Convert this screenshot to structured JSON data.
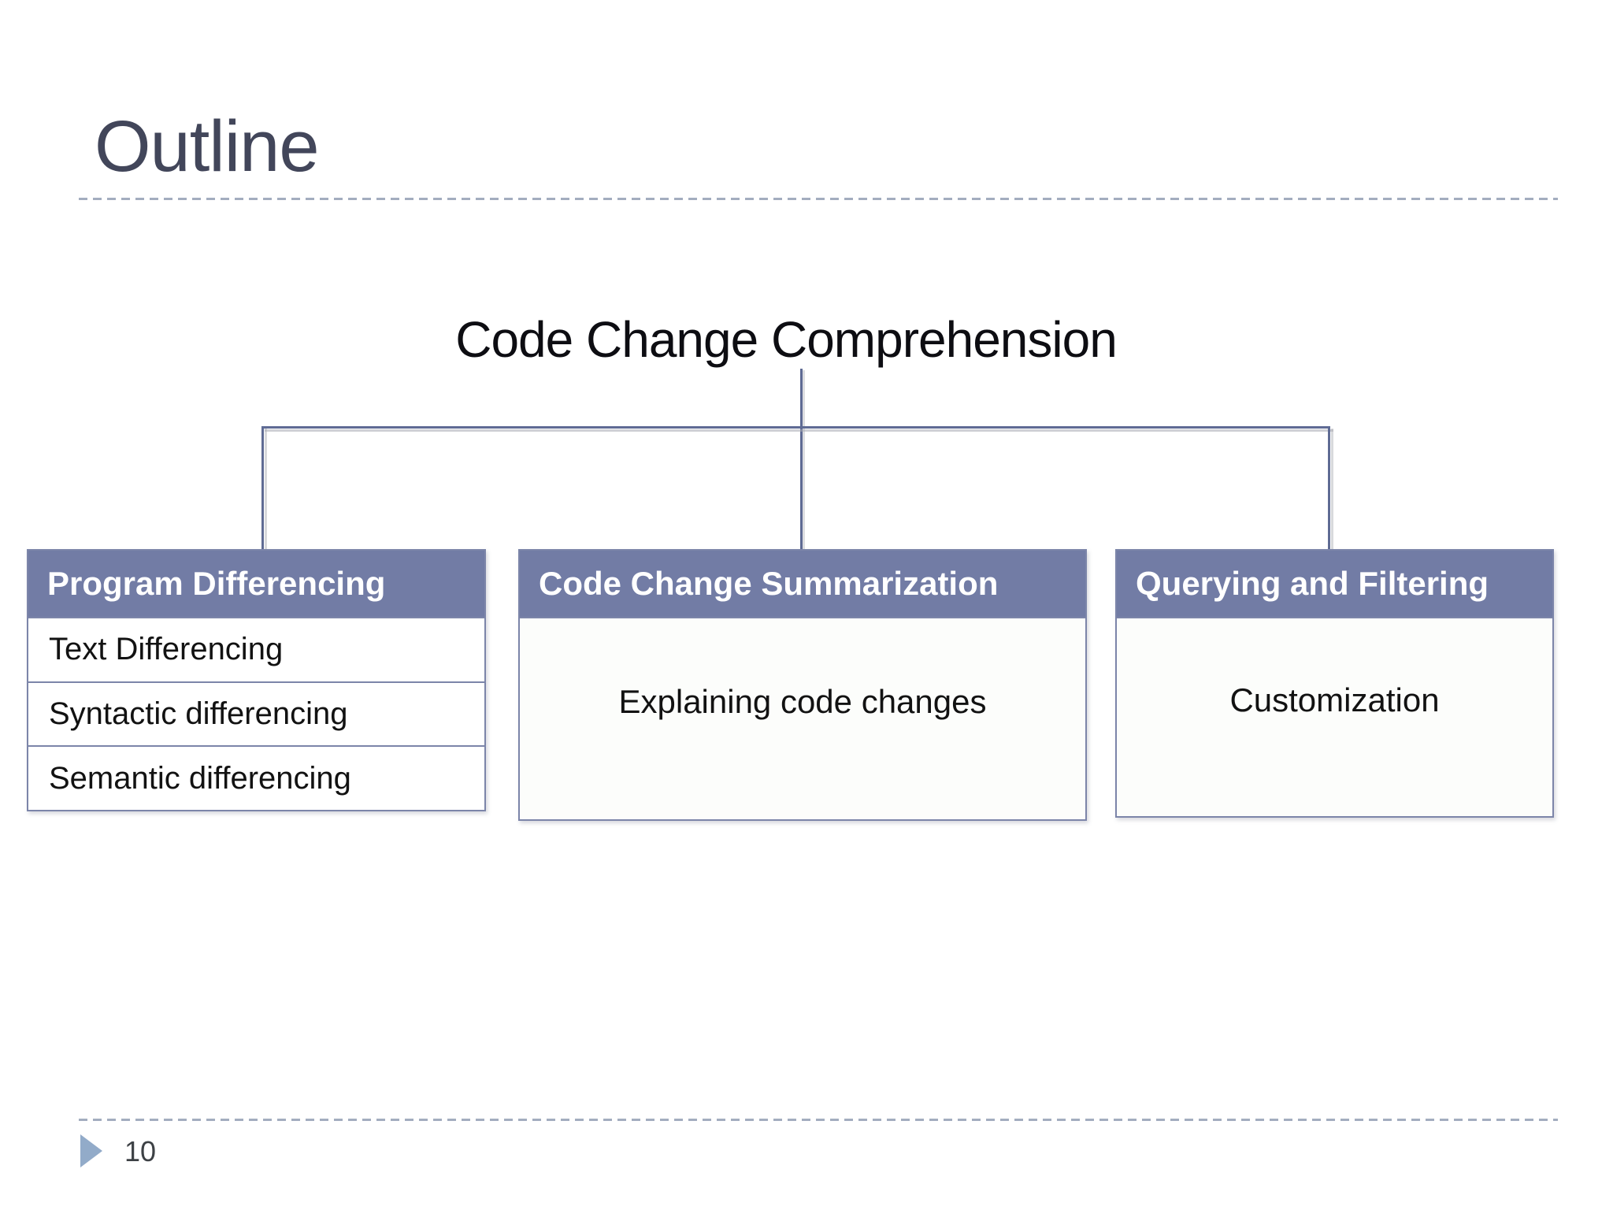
{
  "slide": {
    "title": "Outline",
    "page_number": "10",
    "diagram": {
      "root_label": "Code Change Comprehension",
      "branches": [
        {
          "header": "Program Differencing",
          "items": [
            "Text Differencing",
            "Syntactic differencing",
            "Semantic differencing"
          ]
        },
        {
          "header": "Code Change Summarization",
          "items": [
            "Explaining code changes"
          ]
        },
        {
          "header": "Querying and Filtering",
          "items": [
            "Customization"
          ]
        }
      ]
    },
    "colors": {
      "header_fill": "#727CA5",
      "box_border": "#7C85A9",
      "connector": "#5F6B94",
      "dashed_line": "#A3ADBF",
      "title_color": "#42465A",
      "triangle": "#92ABC9"
    }
  }
}
